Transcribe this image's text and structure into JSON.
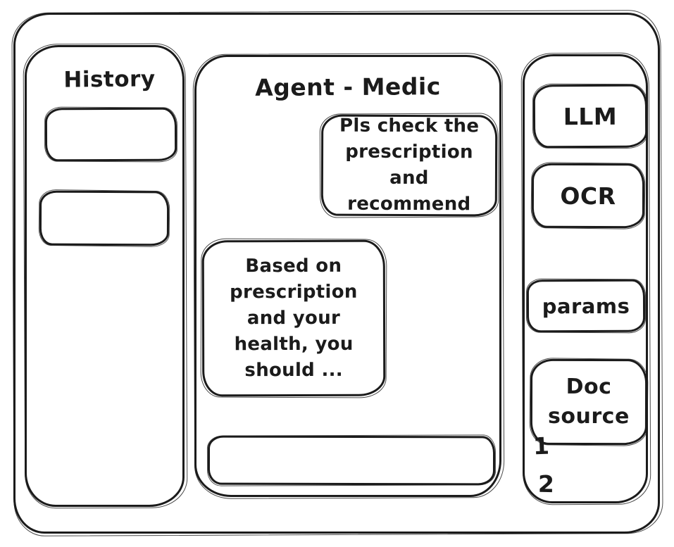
{
  "colors": {
    "ink": "#1b1b1b",
    "background": "#ffffff"
  },
  "history_panel": {
    "title": "History",
    "items": [
      {
        "label": ""
      },
      {
        "label": ""
      }
    ]
  },
  "chat_panel": {
    "title": "Agent - Medic",
    "messages": [
      {
        "role": "user",
        "text": "Pls check the prescription and recommend"
      },
      {
        "role": "assistant",
        "text": "Based on prescription and your health, you should ..."
      }
    ],
    "input": {
      "value": ""
    }
  },
  "tools_panel": {
    "tools": [
      {
        "label": "LLM"
      },
      {
        "label": "OCR"
      },
      {
        "label": "params"
      },
      {
        "label": "Doc source"
      }
    ],
    "doc_source_refs": [
      "1",
      "2"
    ]
  }
}
